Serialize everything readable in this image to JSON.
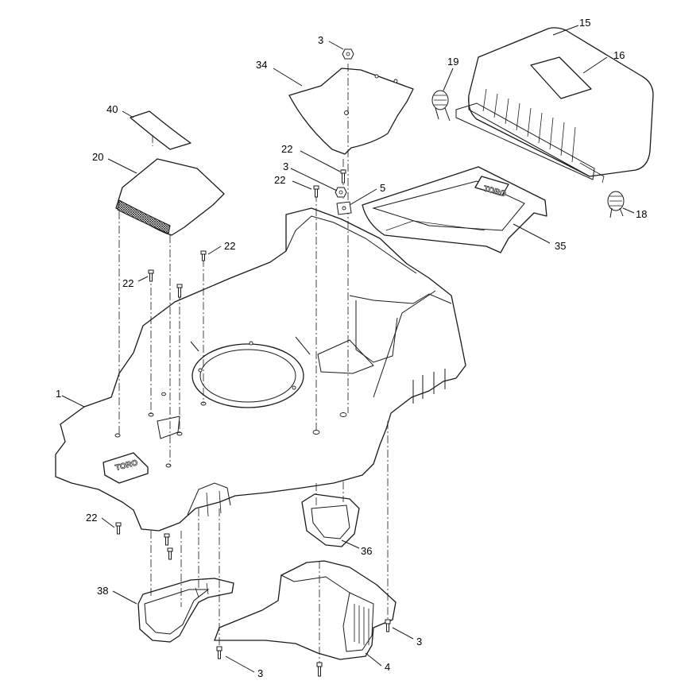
{
  "diagram": {
    "callouts": [
      {
        "id": "c-15",
        "text": "15"
      },
      {
        "id": "c-16",
        "text": "16"
      },
      {
        "id": "c-19",
        "text": "19"
      },
      {
        "id": "c-18",
        "text": "18"
      },
      {
        "id": "c-35",
        "text": "35"
      },
      {
        "id": "c-3-top",
        "text": "3"
      },
      {
        "id": "c-34",
        "text": "34"
      },
      {
        "id": "c-40",
        "text": "40"
      },
      {
        "id": "c-20",
        "text": "20"
      },
      {
        "id": "c-22-a",
        "text": "22"
      },
      {
        "id": "c-3-mid",
        "text": "3"
      },
      {
        "id": "c-22-b",
        "text": "22"
      },
      {
        "id": "c-5",
        "text": "5"
      },
      {
        "id": "c-22-c",
        "text": "22"
      },
      {
        "id": "c-22-d",
        "text": "22"
      },
      {
        "id": "c-1",
        "text": "1"
      },
      {
        "id": "c-22-e",
        "text": "22"
      },
      {
        "id": "c-36",
        "text": "36"
      },
      {
        "id": "c-38",
        "text": "38"
      },
      {
        "id": "c-3-right",
        "text": "3"
      },
      {
        "id": "c-3-bottom",
        "text": "3"
      },
      {
        "id": "c-4",
        "text": "4"
      }
    ]
  }
}
